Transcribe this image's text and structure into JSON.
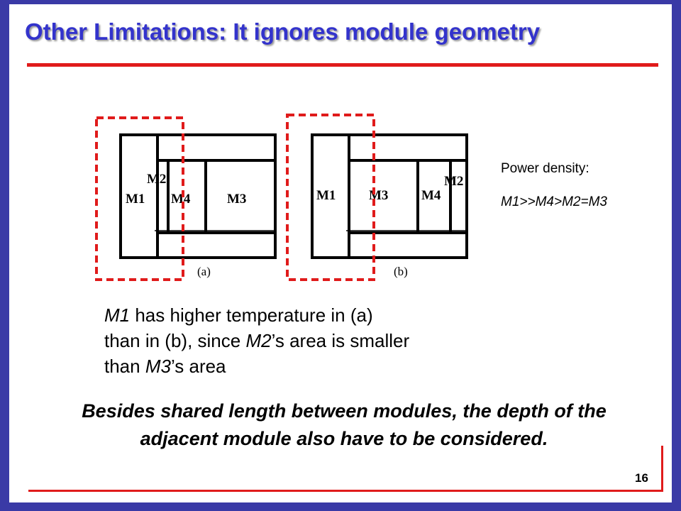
{
  "slide": {
    "title": "Other Limitations:  It ignores module geometry",
    "page_number": "16"
  },
  "figure": {
    "a": {
      "caption": "(a)",
      "modules": {
        "m1": "M1",
        "m2": "M2",
        "m4": "M4",
        "m3": "M3"
      }
    },
    "b": {
      "caption": "(b)",
      "modules": {
        "m1": "M1",
        "m3": "M3",
        "m4": "M4",
        "m2": "M2"
      }
    }
  },
  "power_density": {
    "label": "Power density:",
    "value": "M1>>M4>M2=M3"
  },
  "body": {
    "line1_module": "M1",
    "line1_rest": " has higher temperature in (a)",
    "line2_start": "than in (b), since ",
    "line2_module": "M2",
    "line2_rest": "’s area is smaller",
    "line3_start": "than ",
    "line3_module": "M3",
    "line3_rest": "’s area"
  },
  "conclusion": "Besides shared length between modules, the depth of the adjacent module also have to be considered.",
  "colors": {
    "frame": "#3a3aa6",
    "title": "#3333cc",
    "accent_red": "#e01b1b"
  }
}
